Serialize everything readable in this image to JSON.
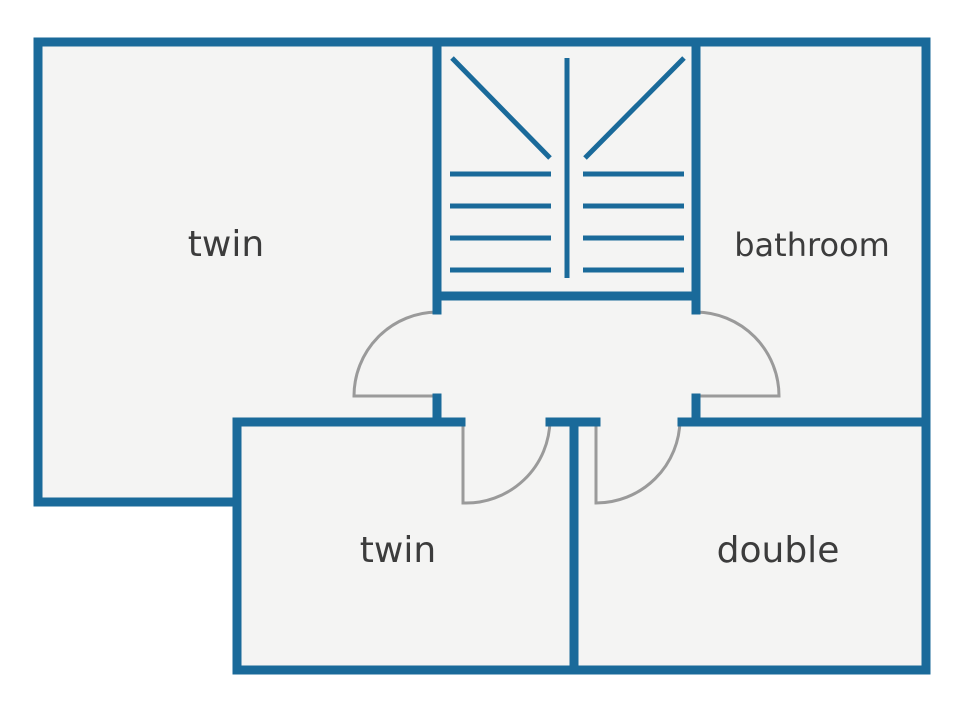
{
  "rooms": {
    "twin_large": {
      "label": "twin"
    },
    "bathroom": {
      "label": "bathroom"
    },
    "twin_small": {
      "label": "twin"
    },
    "double": {
      "label": "double"
    }
  },
  "colors": {
    "wall": "#1a6a9a",
    "floor": "#f4f4f3",
    "door": "#9a9a9a",
    "label": "#3c3c3c",
    "background": "#ffffff"
  }
}
